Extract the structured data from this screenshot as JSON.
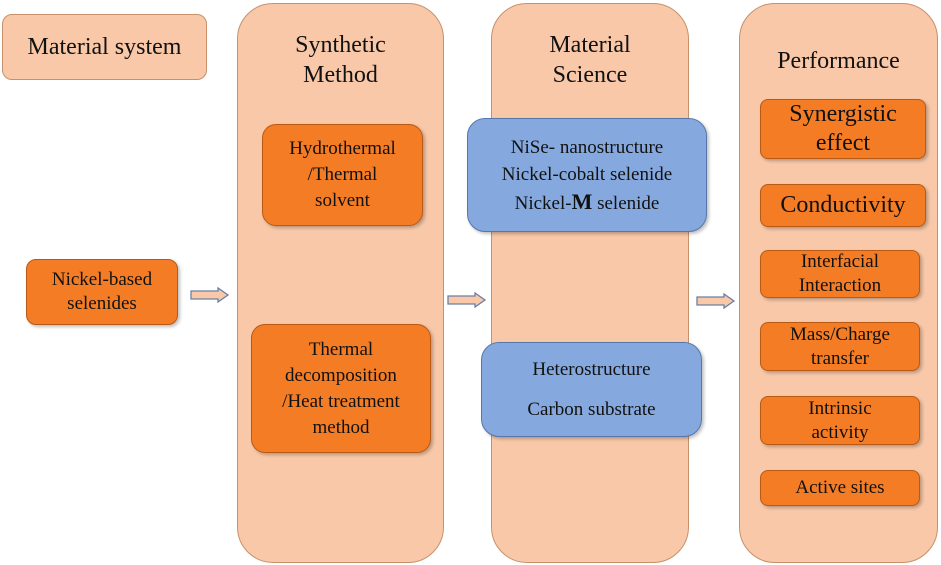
{
  "material_system": {
    "label": "Material system"
  },
  "input": {
    "lines": [
      "Nickel-based",
      "selenides"
    ]
  },
  "synthetic": {
    "title": [
      "Synthetic",
      "Method"
    ],
    "box1": [
      "Hydrothermal",
      "/Thermal",
      "solvent"
    ],
    "box2": [
      "Thermal",
      "decomposition",
      "/Heat treatment",
      "method"
    ]
  },
  "science": {
    "title": [
      "Material",
      "Science"
    ],
    "box1": {
      "lines": [
        "NiSe- nanostructure",
        "Nickel-cobalt selenide"
      ],
      "line3_prefix": "Nickel-",
      "line3_bold": "M",
      "line3_suffix": " selenide"
    },
    "box2": [
      "Heterostructure",
      "Carbon substrate"
    ]
  },
  "performance": {
    "title": "Performance",
    "items": [
      [
        "Synergistic",
        "effect"
      ],
      [
        "Conductivity"
      ],
      [
        "Interfacial",
        "Interaction"
      ],
      [
        "Mass/Charge",
        "transfer"
      ],
      [
        "Intrinsic",
        "activity"
      ],
      [
        "Active sites"
      ]
    ]
  },
  "colors": {
    "peach": "#f8c8a8",
    "orange": "#f47c25",
    "blue": "#85a9de"
  }
}
